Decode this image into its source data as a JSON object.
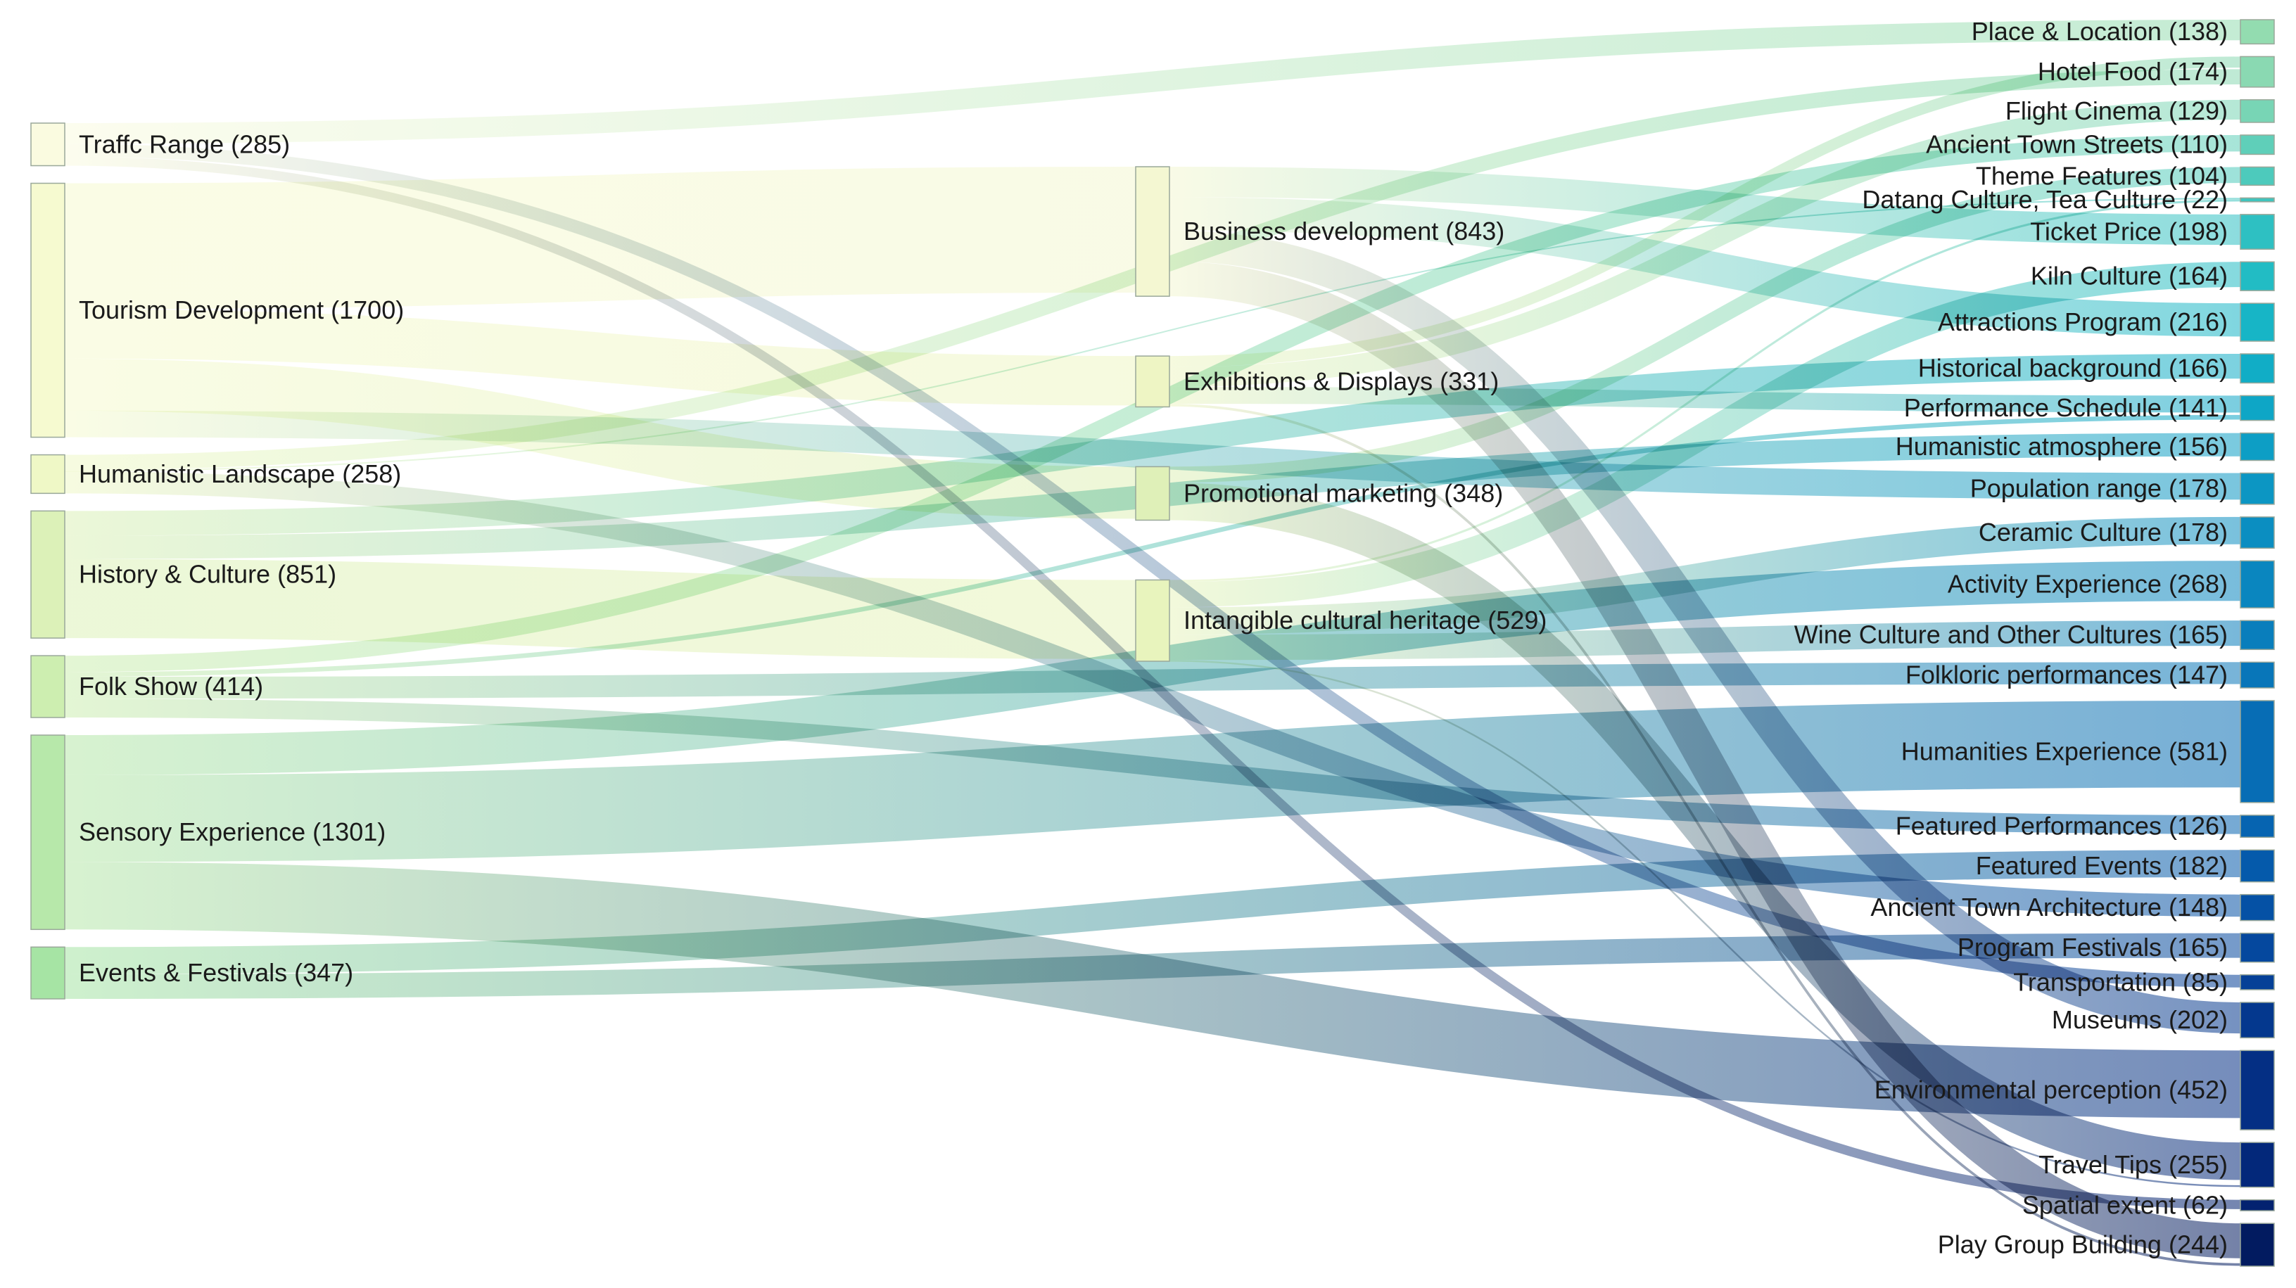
{
  "chart_data": {
    "type": "sankey",
    "columns": [
      [
        {
          "id": "traffic",
          "name": "Traffc Range",
          "value": 285,
          "color": "#fafbe0"
        },
        {
          "id": "tourism",
          "name": "Tourism Development",
          "value": 1700,
          "color": "#f6fad0"
        },
        {
          "id": "humanistic",
          "name": "Humanistic Landscape",
          "value": 258,
          "color": "#eff8c6"
        },
        {
          "id": "history",
          "name": "History & Culture",
          "value": 851,
          "color": "#dcf1b8"
        },
        {
          "id": "folk",
          "name": "Folk Show",
          "value": 414,
          "color": "#cdeeb0"
        },
        {
          "id": "sensory",
          "name": "Sensory Experience",
          "value": 1301,
          "color": "#b7e8aa"
        },
        {
          "id": "events",
          "name": "Events & Festivals",
          "value": 347,
          "color": "#a6e4a4"
        }
      ],
      [
        {
          "id": "business",
          "name": "Business development",
          "value": 843,
          "color": "#f4f7d2"
        },
        {
          "id": "exhibitions",
          "name": "Exhibitions & Displays",
          "value": 331,
          "color": "#eef5c4"
        },
        {
          "id": "promotional",
          "name": "Promotional marketing",
          "value": 348,
          "color": "#dff0b8"
        },
        {
          "id": "intangible",
          "name": "Intangible cultural heritage",
          "value": 529,
          "color": "#e8f4bd"
        }
      ],
      [
        {
          "id": "place",
          "name": "Place & Location",
          "value": 138,
          "color": "#93dcb0"
        },
        {
          "id": "hotel",
          "name": "Hotel Food",
          "value": 174,
          "color": "#8ad9b2"
        },
        {
          "id": "flight",
          "name": "Flight Cinema",
          "value": 129,
          "color": "#78d5b5"
        },
        {
          "id": "ancientstreets",
          "name": "Ancient Town Streets",
          "value": 110,
          "color": "#5fcfb9"
        },
        {
          "id": "theme",
          "name": "Theme Features",
          "value": 104,
          "color": "#4dcabc"
        },
        {
          "id": "datang",
          "name": "Datang Culture, Tea Culture",
          "value": 22,
          "color": "#3fc4be"
        },
        {
          "id": "ticket",
          "name": "Ticket Price",
          "value": 198,
          "color": "#2ec0c2"
        },
        {
          "id": "kiln",
          "name": "Kiln Culture",
          "value": 164,
          "color": "#22bcc4"
        },
        {
          "id": "attractions",
          "name": "Attractions Program",
          "value": 216,
          "color": "#17b5c6"
        },
        {
          "id": "historical",
          "name": "Historical background",
          "value": 166,
          "color": "#11adc6"
        },
        {
          "id": "performance",
          "name": "Performance Schedule",
          "value": 141,
          "color": "#0ea6c6"
        },
        {
          "id": "atmosphere",
          "name": "Humanistic atmosphere",
          "value": 156,
          "color": "#0d9ec5"
        },
        {
          "id": "population",
          "name": "Population range",
          "value": 178,
          "color": "#0c96c3"
        },
        {
          "id": "ceramic",
          "name": "Ceramic Culture",
          "value": 178,
          "color": "#0b8ec1"
        },
        {
          "id": "activity",
          "name": "Activity Experience",
          "value": 268,
          "color": "#0a86bf"
        },
        {
          "id": "wine",
          "name": "Wine Culture and Other Cultures",
          "value": 165,
          "color": "#097ebc"
        },
        {
          "id": "folkloric",
          "name": "Folkloric performances",
          "value": 147,
          "color": "#0876b9"
        },
        {
          "id": "humanities",
          "name": "Humanities Experience",
          "value": 581,
          "color": "#076db5"
        },
        {
          "id": "featuredperf",
          "name": "Featured Performances",
          "value": 126,
          "color": "#0664b1"
        },
        {
          "id": "featuredevents",
          "name": "Featured Events",
          "value": 182,
          "color": "#055aab"
        },
        {
          "id": "architecture",
          "name": "Ancient Town Architecture",
          "value": 148,
          "color": "#0551a5"
        },
        {
          "id": "programfest",
          "name": "Program Festivals",
          "value": 165,
          "color": "#05489e"
        },
        {
          "id": "transport",
          "name": "Transportation",
          "value": 85,
          "color": "#054097"
        },
        {
          "id": "museums",
          "name": "Museums",
          "value": 202,
          "color": "#04388e"
        },
        {
          "id": "environment",
          "name": "Environmental perception",
          "value": 452,
          "color": "#042f84"
        },
        {
          "id": "traveltips",
          "name": "Travel Tips",
          "value": 255,
          "color": "#03287a"
        },
        {
          "id": "spatial",
          "name": "Spatial extent",
          "value": 62,
          "color": "#032270"
        },
        {
          "id": "playgroup",
          "name": "Play Group Building",
          "value": 244,
          "color": "#021b60"
        }
      ]
    ],
    "links": [
      {
        "source": "traffic",
        "target": "place",
        "value": 138
      },
      {
        "source": "traffic",
        "target": "transport",
        "value": 85
      },
      {
        "source": "traffic",
        "target": "spatial",
        "value": 62
      },
      {
        "source": "tourism",
        "target": "business",
        "value": 843
      },
      {
        "source": "tourism",
        "target": "exhibitions",
        "value": 331
      },
      {
        "source": "tourism",
        "target": "promotional",
        "value": 348
      },
      {
        "source": "tourism",
        "target": "population",
        "value": 178
      },
      {
        "source": "humanistic",
        "target": "hotel",
        "value": 102
      },
      {
        "source": "humanistic",
        "target": "architecture",
        "value": 148
      },
      {
        "source": "humanistic",
        "target": "datang",
        "value": 8
      },
      {
        "source": "history",
        "target": "historical",
        "value": 166
      },
      {
        "source": "history",
        "target": "atmosphere",
        "value": 156
      },
      {
        "source": "history",
        "target": "intangible",
        "value": 529
      },
      {
        "source": "folk",
        "target": "ancientstreets",
        "value": 110
      },
      {
        "source": "folk",
        "target": "folkloric",
        "value": 147
      },
      {
        "source": "folk",
        "target": "featuredperf",
        "value": 126
      },
      {
        "source": "folk",
        "target": "performance",
        "value": 31
      },
      {
        "source": "sensory",
        "target": "activity",
        "value": 268
      },
      {
        "source": "sensory",
        "target": "humanities",
        "value": 581
      },
      {
        "source": "sensory",
        "target": "environment",
        "value": 452
      },
      {
        "source": "events",
        "target": "featuredevents",
        "value": 182
      },
      {
        "source": "events",
        "target": "programfest",
        "value": 165
      },
      {
        "source": "business",
        "target": "ticket",
        "value": 198
      },
      {
        "source": "business",
        "target": "attractions",
        "value": 216
      },
      {
        "source": "business",
        "target": "museums",
        "value": 202
      },
      {
        "source": "business",
        "target": "playgroup",
        "value": 227
      },
      {
        "source": "exhibitions",
        "target": "hotel",
        "value": 72
      },
      {
        "source": "exhibitions",
        "target": "flight",
        "value": 129
      },
      {
        "source": "exhibitions",
        "target": "performance",
        "value": 110
      },
      {
        "source": "exhibitions",
        "target": "playgroup",
        "value": 17
      },
      {
        "source": "promotional",
        "target": "theme",
        "value": 104
      },
      {
        "source": "promotional",
        "target": "traveltips",
        "value": 244
      },
      {
        "source": "intangible",
        "target": "datang",
        "value": 14
      },
      {
        "source": "intangible",
        "target": "kiln",
        "value": 164
      },
      {
        "source": "intangible",
        "target": "ceramic",
        "value": 178
      },
      {
        "source": "intangible",
        "target": "wine",
        "value": 165
      },
      {
        "source": "intangible",
        "target": "traveltips",
        "value": 11
      }
    ]
  }
}
